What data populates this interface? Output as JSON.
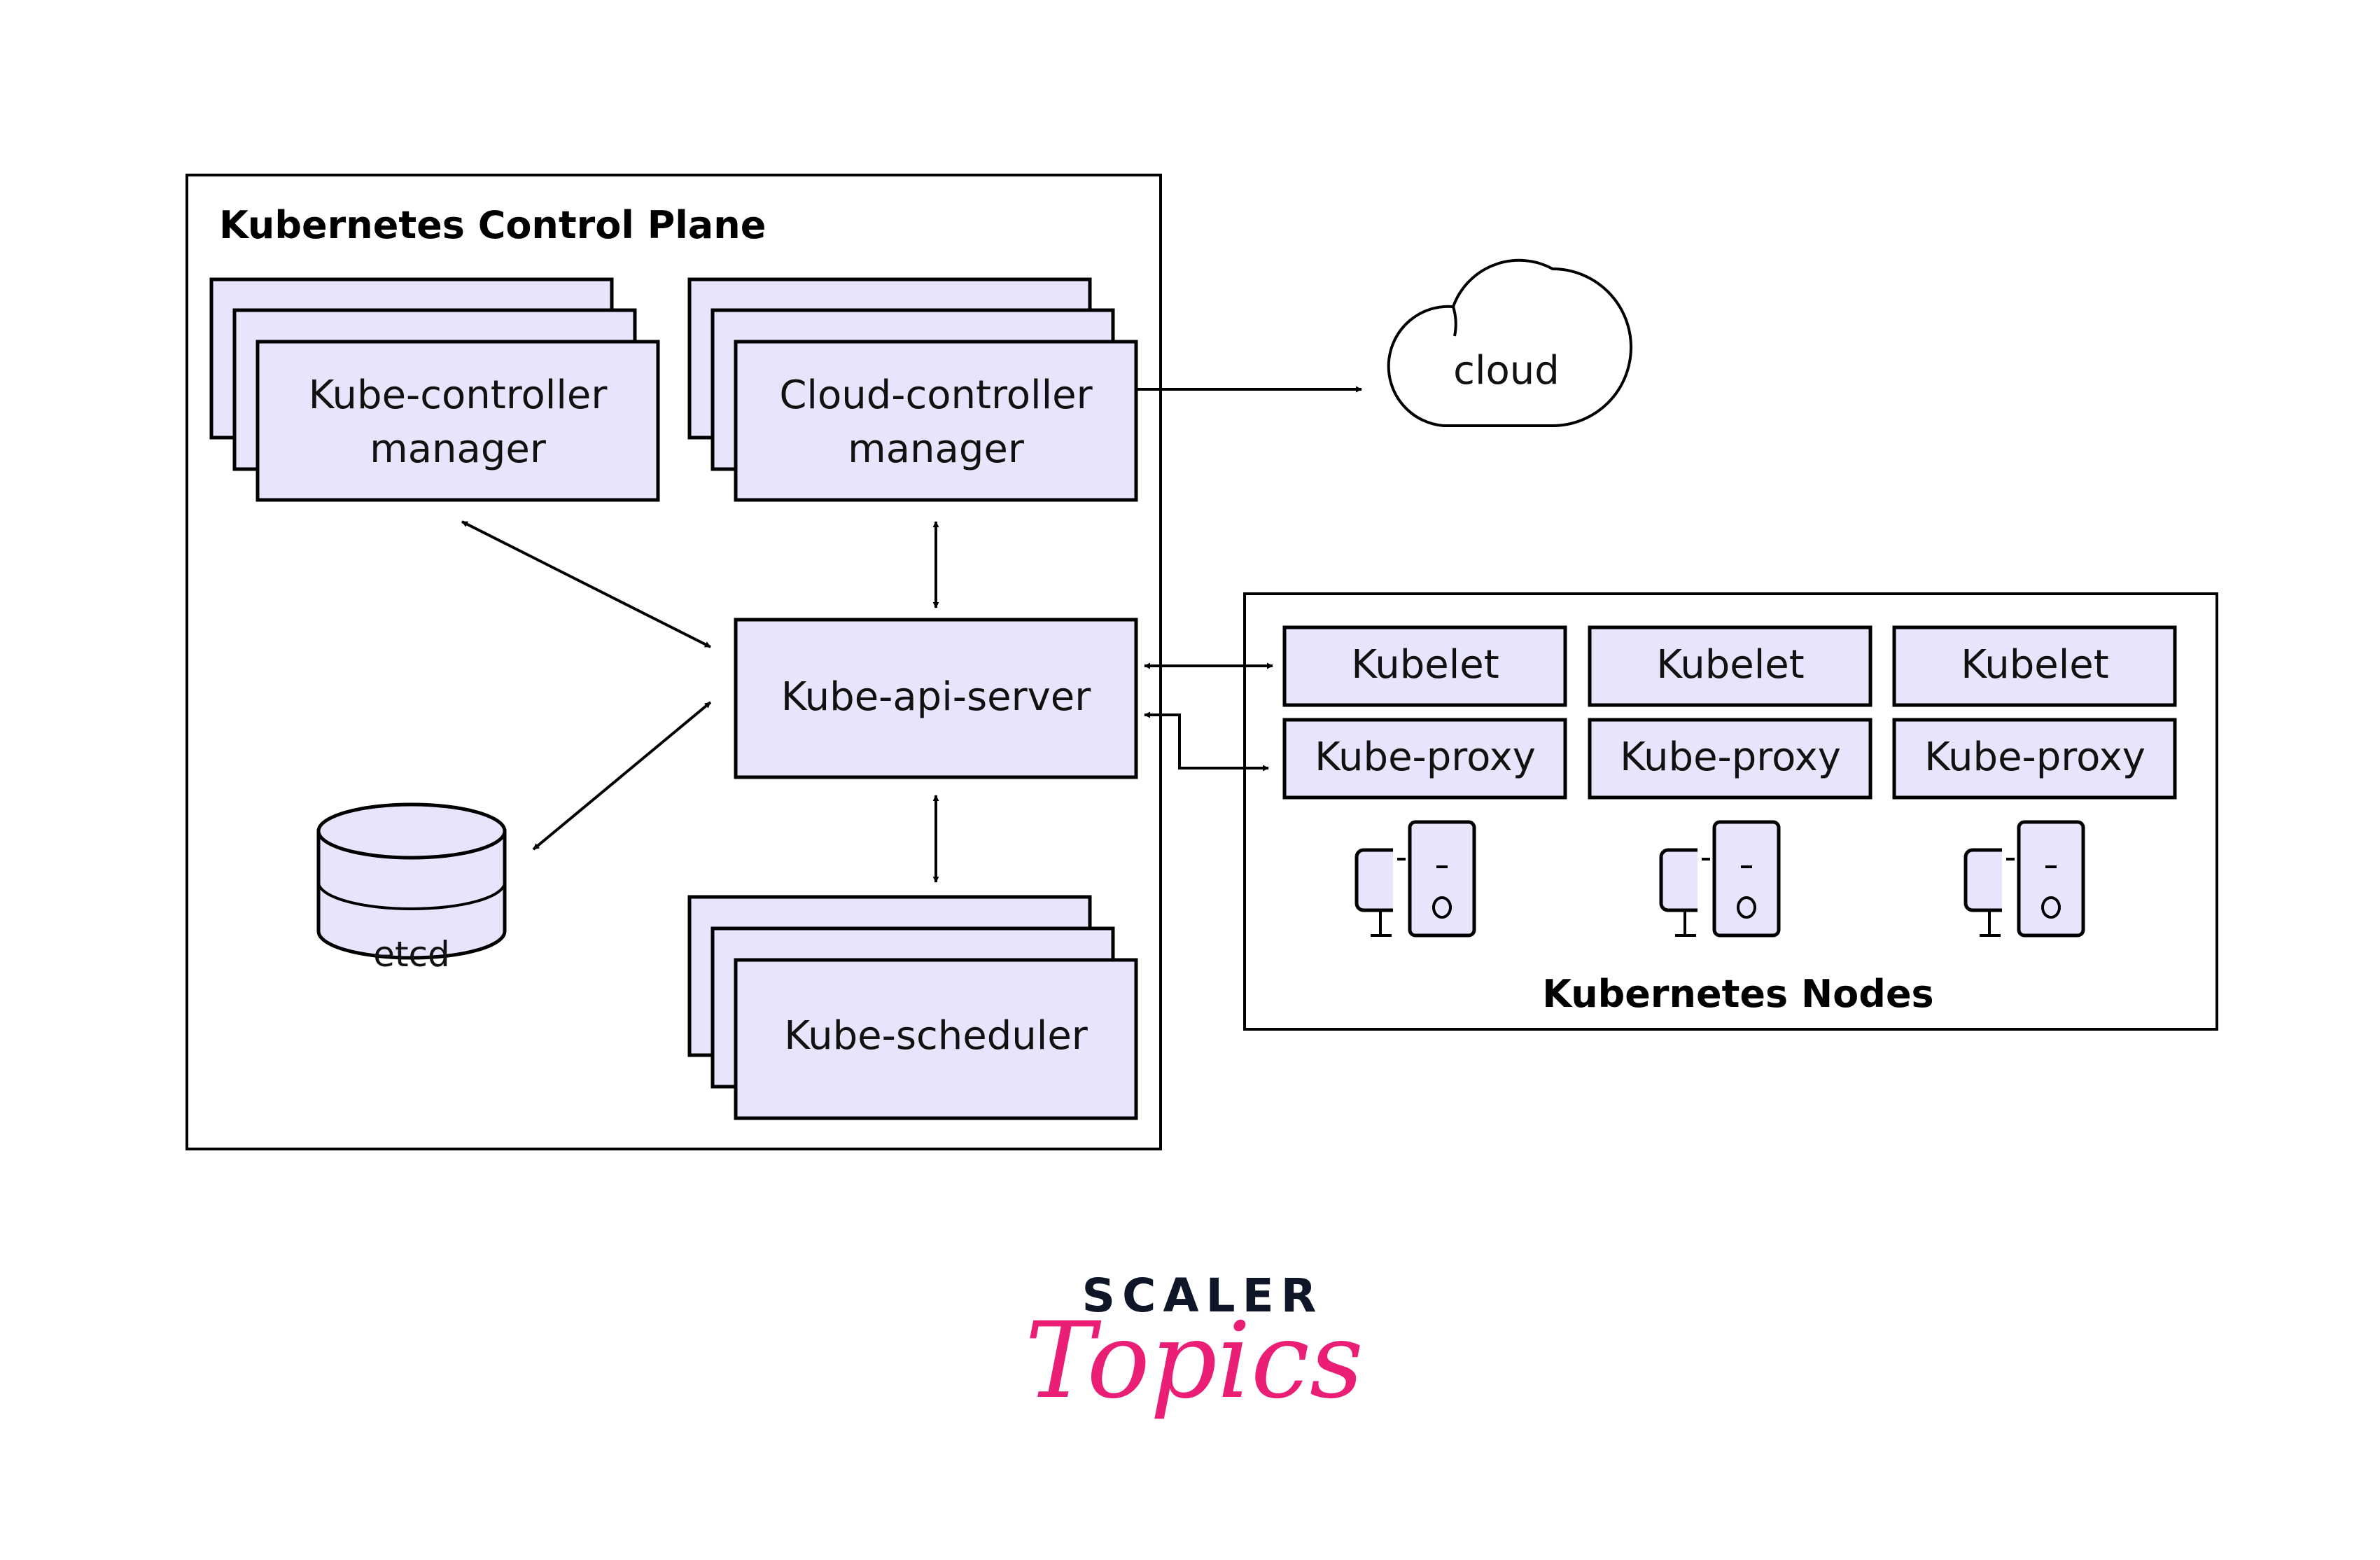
{
  "control_plane": {
    "title": "Kubernetes Control Plane",
    "kube_controller_manager": [
      "Kube-controller",
      "manager"
    ],
    "cloud_controller_manager": [
      "Cloud-controller",
      "manager"
    ],
    "kube_api_server": "Kube-api-server",
    "etcd": "etcd",
    "kube_scheduler": "Kube-scheduler"
  },
  "cloud": {
    "label": "cloud"
  },
  "nodes": {
    "title": "Kubernetes Nodes",
    "items": [
      {
        "kubelet": "Kubelet",
        "proxy": "Kube-proxy",
        "icon": "computer-icon"
      },
      {
        "kubelet": "Kubelet",
        "proxy": "Kube-proxy",
        "icon": "computer-icon"
      },
      {
        "kubelet": "Kubelet",
        "proxy": "Kube-proxy",
        "icon": "computer-icon"
      }
    ]
  },
  "logo": {
    "brand": "SCALER",
    "sub": "Topics"
  },
  "colors": {
    "box_fill": "#e6e5fc",
    "stroke": "#000000",
    "logo_dark": "#0e1628",
    "logo_pink": "#e91e74"
  }
}
